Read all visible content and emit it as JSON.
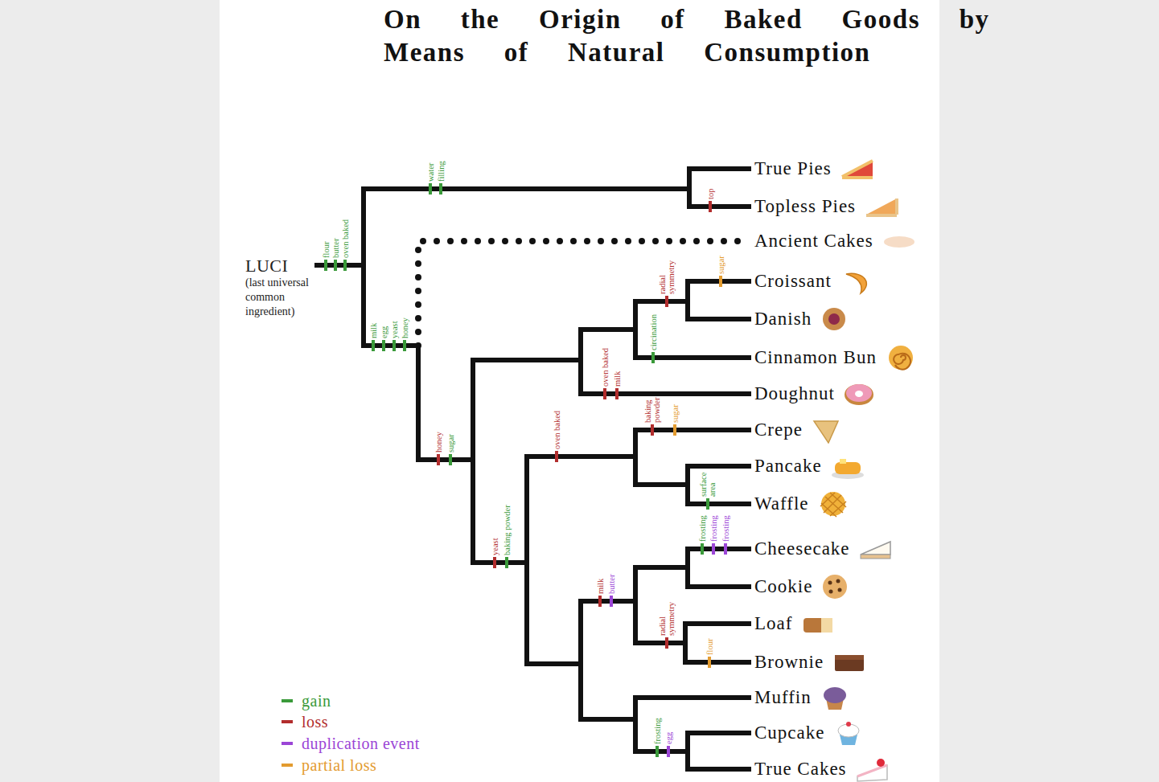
{
  "diagram": {
    "title": "On the Origin of Baked Goods by Means of Natural Consumption",
    "nodes": [
      {
        "text": [
          "LUCI",
          "(last universal common ingredient)"
        ]
      },
      {
        "text": [
          "True Pies"
        ]
      },
      {
        "text": [
          "Topless Pies"
        ]
      },
      {
        "text": [
          "Ancient Cakes"
        ]
      },
      {
        "text": [
          "Croissant"
        ]
      },
      {
        "text": [
          "Danish"
        ]
      },
      {
        "text": [
          "Cinnamon Bun"
        ]
      },
      {
        "text": [
          "Doughnut"
        ]
      },
      {
        "text": [
          "Crepe"
        ]
      },
      {
        "text": [
          "Pancake"
        ]
      },
      {
        "text": [
          "Waffle"
        ]
      },
      {
        "text": [
          "Cheesecake"
        ]
      },
      {
        "text": [
          "Cookie"
        ]
      },
      {
        "text": [
          "Loaf"
        ]
      },
      {
        "text": [
          "Brownie"
        ]
      },
      {
        "text": [
          "Muffin"
        ]
      },
      {
        "text": [
          "Cupcake"
        ]
      },
      {
        "text": [
          "True Cakes"
        ]
      }
    ],
    "edges": [
      {
        "from": 0,
        "to": 1,
        "arrow": "none"
      },
      {
        "from": 0,
        "to": 2,
        "arrow": "none"
      },
      {
        "from": 0,
        "to": 3,
        "arrow": "none"
      },
      {
        "from": 0,
        "to": 4,
        "arrow": "none"
      },
      {
        "from": 0,
        "to": 5,
        "arrow": "none"
      },
      {
        "from": 0,
        "to": 6,
        "arrow": "none"
      },
      {
        "from": 0,
        "to": 7,
        "arrow": "none"
      },
      {
        "from": 0,
        "to": 8,
        "arrow": "none"
      },
      {
        "from": 0,
        "to": 9,
        "arrow": "none"
      },
      {
        "from": 0,
        "to": 10,
        "arrow": "none"
      },
      {
        "from": 0,
        "to": 11,
        "arrow": "none"
      },
      {
        "from": 0,
        "to": 12,
        "arrow": "none"
      },
      {
        "from": 0,
        "to": 13,
        "arrow": "none"
      },
      {
        "from": 0,
        "to": 14,
        "arrow": "none"
      },
      {
        "from": 0,
        "to": 15,
        "arrow": "none"
      },
      {
        "from": 0,
        "to": 16,
        "arrow": "none"
      },
      {
        "from": 0,
        "to": 17,
        "arrow": "none"
      }
    ],
    "labels": [
      "flour",
      "butter",
      "oven baked",
      "water",
      "filling",
      "top",
      "milk",
      "egg",
      "yeast",
      "honey",
      "radial symmetry",
      "sugar",
      "circination",
      "oven baked",
      "milk",
      "honey",
      "sugar",
      "yeast",
      "baking powder",
      "oven baked",
      "baking powder",
      "sugar",
      "surface area",
      "frosting",
      "frosting",
      "frosting",
      "milk",
      "butter",
      "radial symmetry",
      "flour",
      "frosting",
      "egg"
    ],
    "legend": [
      {
        "text": "gain",
        "color": "#3a9a3a"
      },
      {
        "text": "loss",
        "color": "#b22d2d"
      },
      {
        "text": "duplication event",
        "color": "#9b45d6"
      },
      {
        "text": "partial loss",
        "color": "#e39b2f"
      }
    ]
  }
}
